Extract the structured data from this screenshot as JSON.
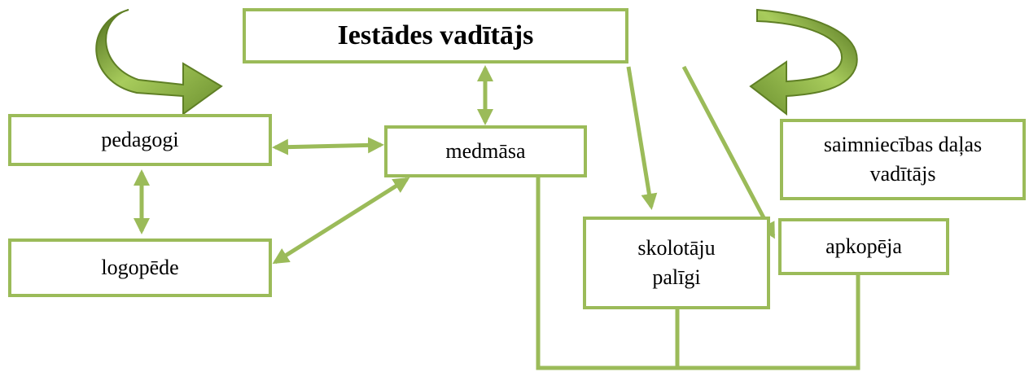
{
  "diagram": {
    "nodes": {
      "head": "Iestādes vadītājs",
      "pedagogi": "pedagogi",
      "medmasa": "medmāsa",
      "logopede": "logopēde",
      "saimn": "saimniecības daļas\nvadītājs",
      "skolotaju": "skolotāju\npalīgi",
      "apkopeja": "apkopēja"
    },
    "colors": {
      "line": "#9bbb59",
      "arrow_fill": "#8db43e",
      "arrow_dark": "#5f7f25",
      "arrow_light": "#d4e7a7"
    }
  }
}
